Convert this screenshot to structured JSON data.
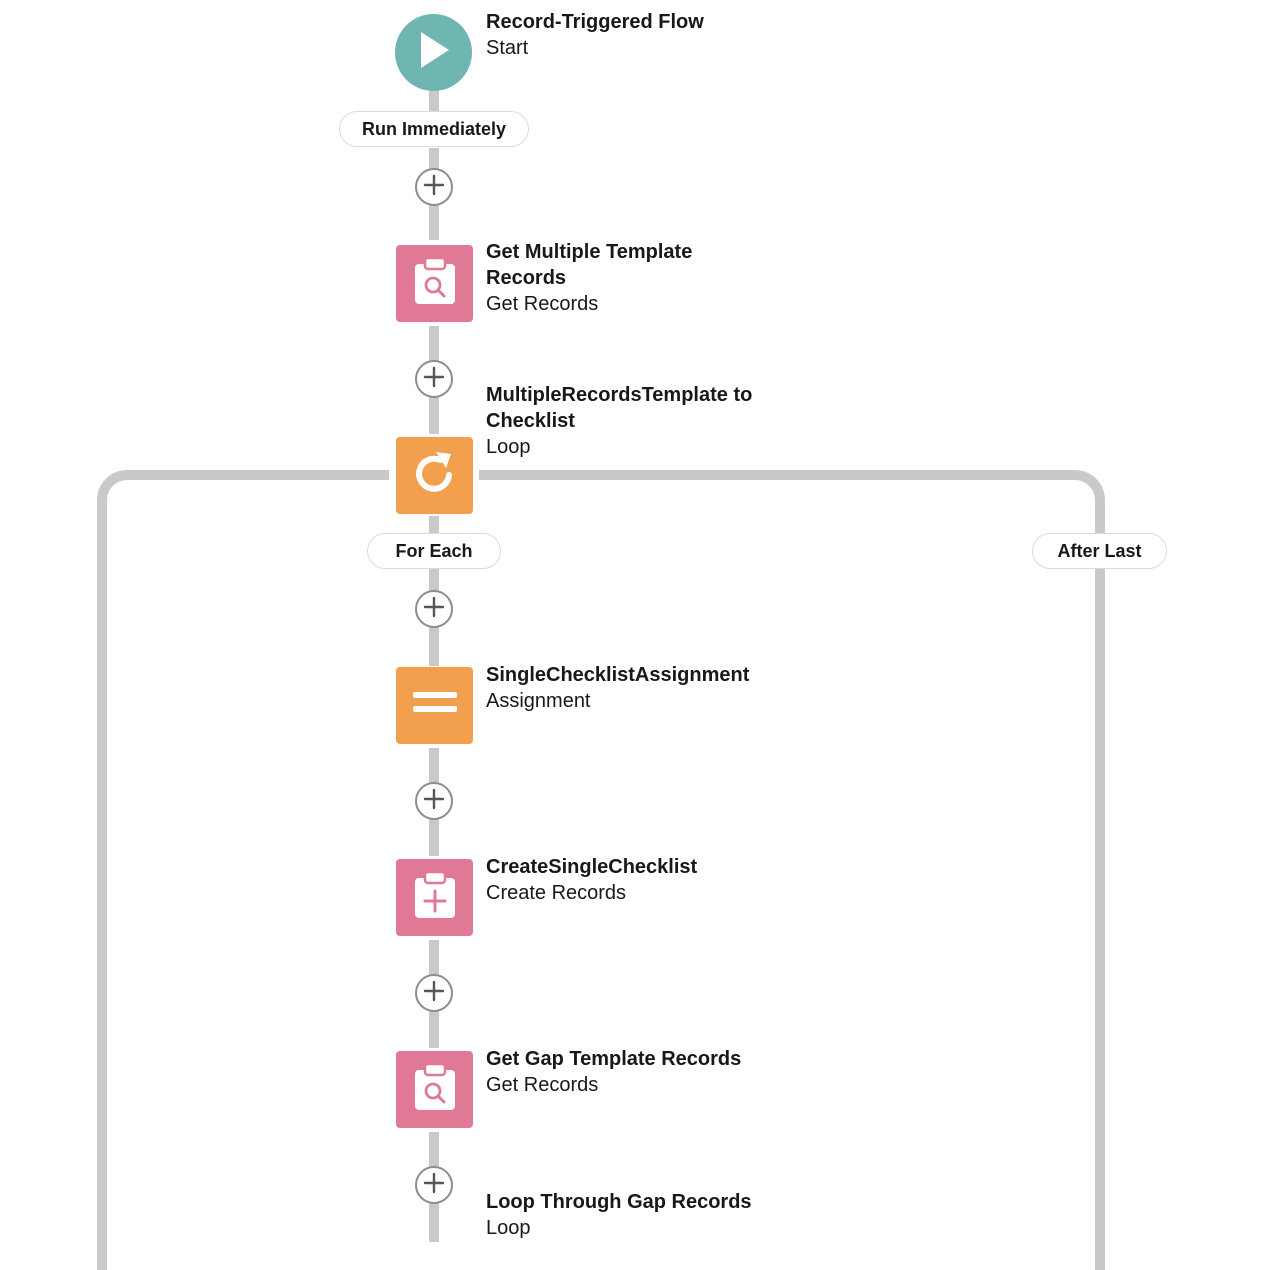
{
  "start": {
    "title": "Record-Triggered Flow",
    "subtitle": "Start"
  },
  "run_label": "Run Immediately",
  "nodes": [
    {
      "title": "Get Multiple Template Records",
      "subtitle": "Get Records",
      "icon": "get-records-icon"
    },
    {
      "title": "MultipleRecordsTemplate to Checklist",
      "subtitle": "Loop",
      "icon": "loop-icon"
    },
    {
      "title": "SingleChecklistAssignment",
      "subtitle": "Assignment",
      "icon": "assignment-icon"
    },
    {
      "title": "CreateSingleChecklist",
      "subtitle": "Create Records",
      "icon": "create-records-icon"
    },
    {
      "title": "Get Gap Template Records",
      "subtitle": "Get Records",
      "icon": "get-records-icon"
    },
    {
      "title": "Loop Through Gap Records",
      "subtitle": "Loop",
      "icon": "loop-icon"
    }
  ],
  "loop_paths": {
    "for_each": "For Each",
    "after_last": "After Last"
  },
  "colors": {
    "start": "#6fb5b1",
    "records": "#df7996",
    "logic": "#f2a04e",
    "connector": "#c9c9c9"
  }
}
